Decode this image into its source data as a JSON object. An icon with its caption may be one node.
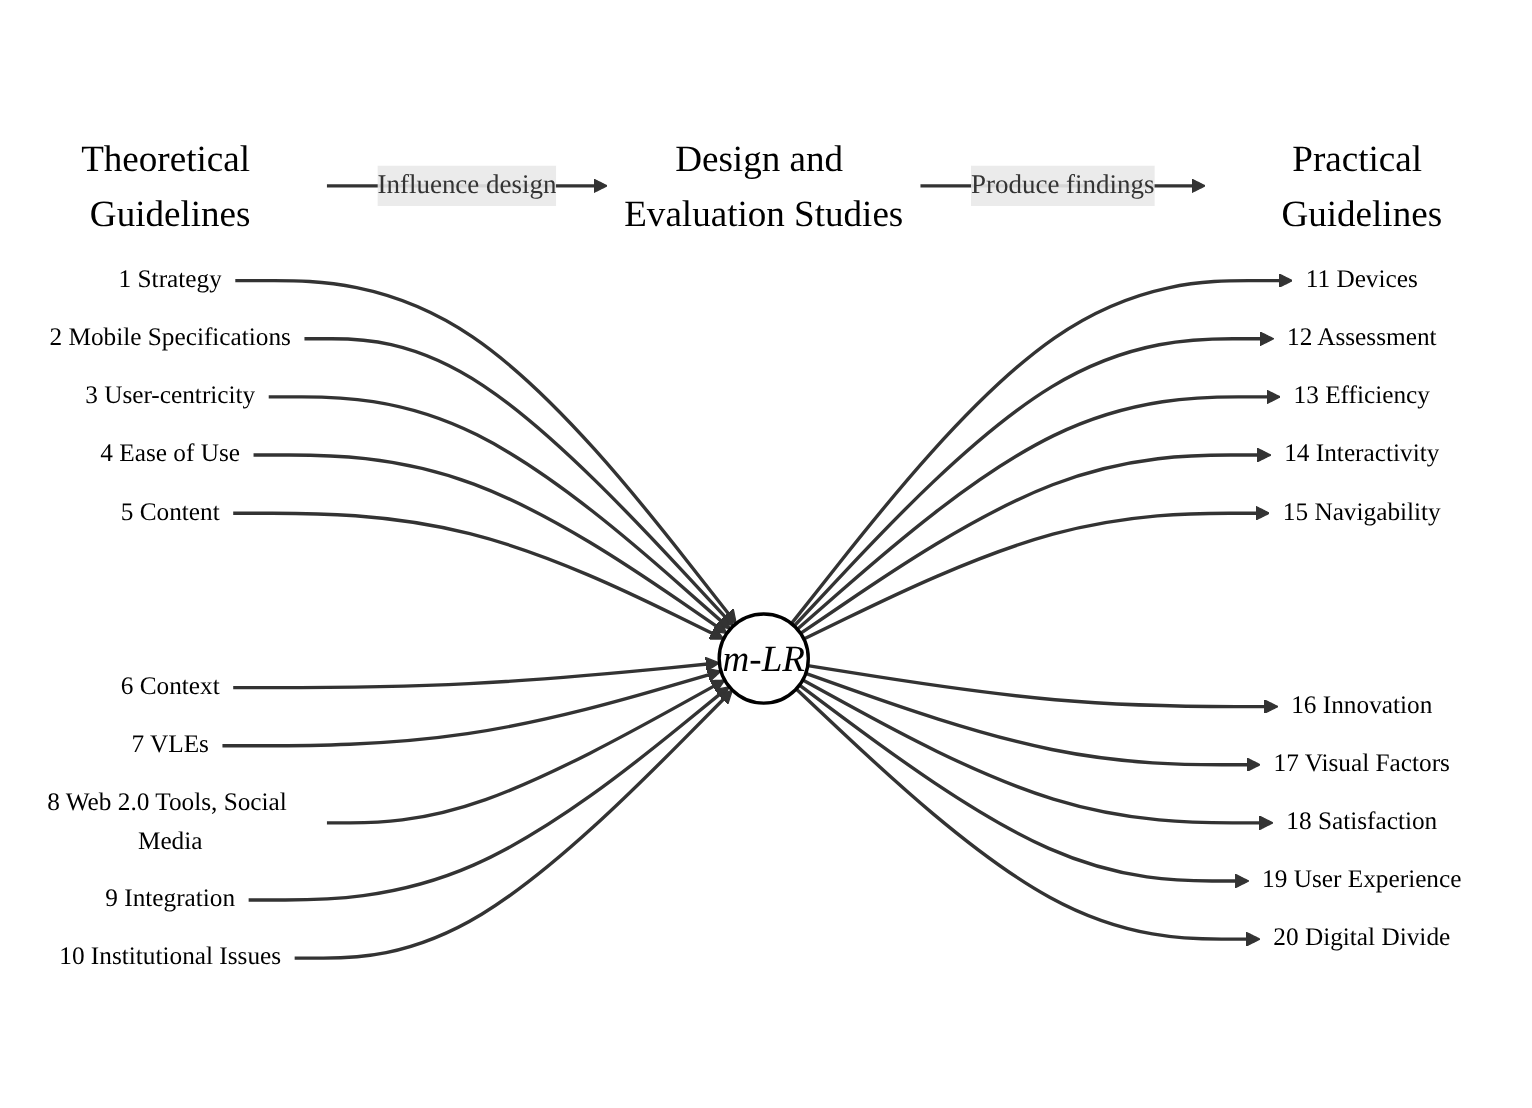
{
  "diagram": {
    "nodes": [
      {
        "text": [
          "Theoretical Guidelines"
        ]
      },
      {
        "text": [
          "Design and Evaluation Studies"
        ]
      },
      {
        "text": [
          "Practical Guidelines"
        ]
      },
      {
        "text": [
          "1 Strategy"
        ]
      },
      {
        "text": [
          "2 Mobile Specifications"
        ]
      },
      {
        "text": [
          "3 User-centricity"
        ]
      },
      {
        "text": [
          "4 Ease of Use"
        ]
      },
      {
        "text": [
          "5 Content"
        ]
      },
      {
        "text": [
          "6 Context"
        ]
      },
      {
        "text": [
          "7 VLEs"
        ]
      },
      {
        "text": [
          "8 Web 2.0 Tools, Social Media"
        ]
      },
      {
        "text": [
          "9 Integration"
        ]
      },
      {
        "text": [
          "10 Institutional Issues"
        ]
      },
      {
        "text": [
          "m-LR"
        ]
      },
      {
        "text": [
          "11 Devices"
        ]
      },
      {
        "text": [
          "12 Assessment"
        ]
      },
      {
        "text": [
          "13 Efficiency"
        ]
      },
      {
        "text": [
          "14 Interactivity"
        ]
      },
      {
        "text": [
          "15 Navigability"
        ]
      },
      {
        "text": [
          "16 Innovation"
        ]
      },
      {
        "text": [
          "17 Visual Factors"
        ]
      },
      {
        "text": [
          "18 Satisfaction"
        ]
      },
      {
        "text": [
          "19 User Experience"
        ]
      },
      {
        "text": [
          "20 Digital Divide"
        ]
      }
    ],
    "edges": [
      {
        "from": 0,
        "to": 1,
        "arrow": "to",
        "label": "Influence design"
      },
      {
        "from": 1,
        "to": 2,
        "arrow": "to",
        "label": "Produce findings"
      },
      {
        "from": 3,
        "to": 13,
        "arrow": "to"
      },
      {
        "from": 4,
        "to": 13,
        "arrow": "to"
      },
      {
        "from": 5,
        "to": 13,
        "arrow": "to"
      },
      {
        "from": 6,
        "to": 13,
        "arrow": "to"
      },
      {
        "from": 7,
        "to": 13,
        "arrow": "to"
      },
      {
        "from": 8,
        "to": 13,
        "arrow": "to"
      },
      {
        "from": 9,
        "to": 13,
        "arrow": "to"
      },
      {
        "from": 10,
        "to": 13,
        "arrow": "to"
      },
      {
        "from": 11,
        "to": 13,
        "arrow": "to"
      },
      {
        "from": 12,
        "to": 13,
        "arrow": "to"
      },
      {
        "from": 13,
        "to": 14,
        "arrow": "to"
      },
      {
        "from": 13,
        "to": 15,
        "arrow": "to"
      },
      {
        "from": 13,
        "to": 16,
        "arrow": "to"
      },
      {
        "from": 13,
        "to": 17,
        "arrow": "to"
      },
      {
        "from": 13,
        "to": 18,
        "arrow": "to"
      },
      {
        "from": 13,
        "to": 19,
        "arrow": "to"
      },
      {
        "from": 13,
        "to": 20,
        "arrow": "to"
      },
      {
        "from": 13,
        "to": 21,
        "arrow": "to"
      },
      {
        "from": 13,
        "to": 22,
        "arrow": "to"
      },
      {
        "from": 13,
        "to": 23,
        "arrow": "to"
      }
    ]
  }
}
